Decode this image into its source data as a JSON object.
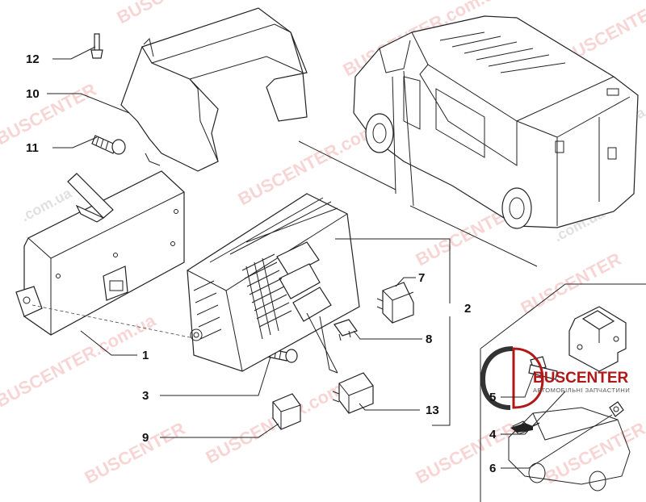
{
  "callouts": {
    "c1": "1",
    "c2": "2",
    "c3": "3",
    "c4": "4",
    "c5": "5",
    "c6": "6",
    "c7": "7",
    "c8": "8",
    "c9": "9",
    "c10": "10",
    "c11": "11",
    "c12": "12",
    "c13": "13"
  },
  "watermark": {
    "brand": "BUSCENTER",
    "domain": "BUSCENTER.com.ua",
    "tld": ".com.ua"
  },
  "logo": {
    "name": "BUSCENTER",
    "tagline": "АВТОМОБІЛЬНІ ЗАПЧАСТИНИ"
  }
}
